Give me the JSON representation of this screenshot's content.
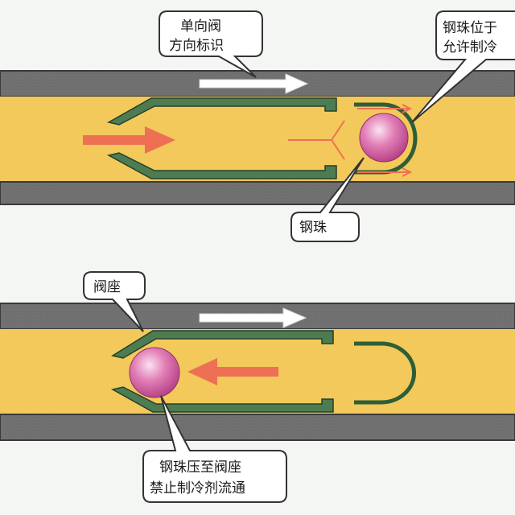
{
  "title": "",
  "colors": {
    "pipe_wall": "#6f6f6f",
    "pipe_fill": "#f2c95a",
    "valve_body": "#4e7c52",
    "flow_arrow": "#ee7054",
    "direction_arrow": "#ffffff",
    "ball": "#d45aa0",
    "callout_fill": "#ffffff",
    "callout_stroke": "#333333"
  },
  "top_panel": {
    "direction_label": {
      "line1": "单向阀",
      "line2": "方向标识"
    },
    "ball_position_label": {
      "line1": "钢珠位于",
      "line2": "允许制冷"
    },
    "ball_label": "钢珠"
  },
  "bottom_panel": {
    "seat_label": "阀座",
    "ball_blocked_label": {
      "line1": "钢珠压至阀座",
      "line2": "禁止制冷剂流通"
    }
  }
}
